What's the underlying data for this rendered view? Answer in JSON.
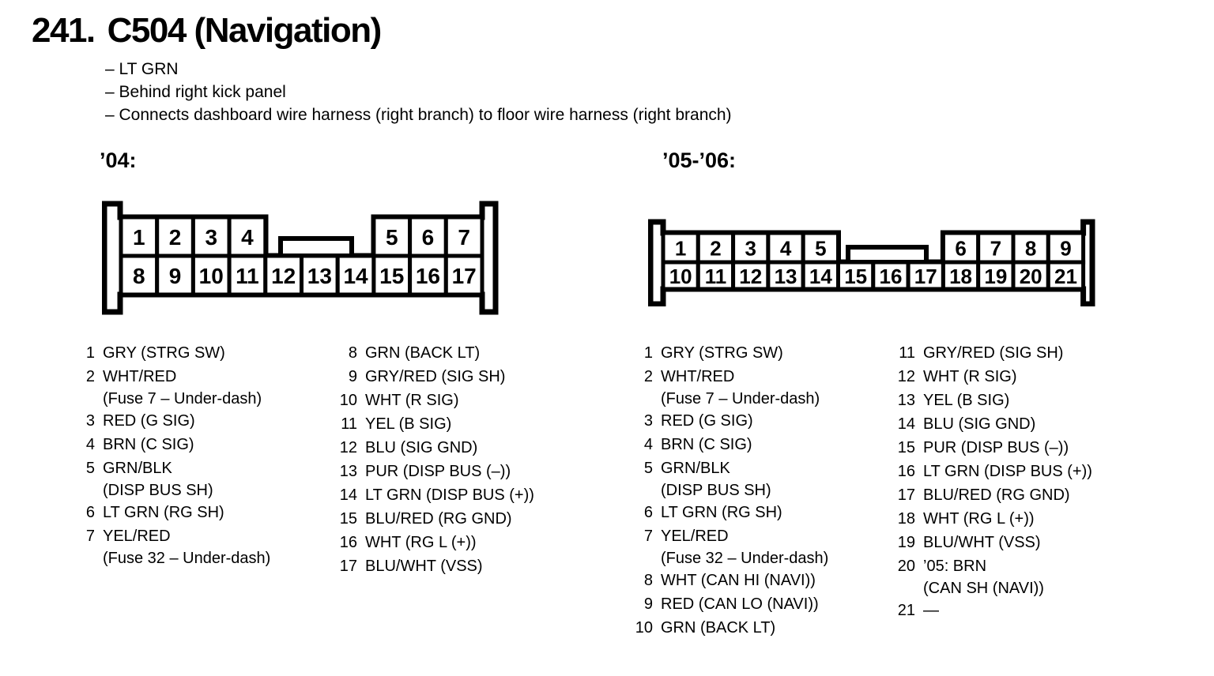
{
  "colors": {
    "ink": "#000000",
    "paper": "#ffffff"
  },
  "document": {
    "section_number": "241.",
    "section_title": "C504 (Navigation)",
    "notes": [
      "– LT GRN",
      "– Behind right kick panel",
      "– Connects dashboard wire harness (right branch) to floor wire harness (right branch)"
    ]
  },
  "connector_04": {
    "label": "’04:",
    "top_row": [
      {
        "n": "1",
        "col": 0
      },
      {
        "n": "2",
        "col": 1
      },
      {
        "n": "3",
        "col": 2
      },
      {
        "n": "4",
        "col": 3
      },
      {
        "n": "5",
        "col": 7
      },
      {
        "n": "6",
        "col": 8
      },
      {
        "n": "7",
        "col": 9
      }
    ],
    "bottom_row": [
      {
        "n": "8",
        "col": 0
      },
      {
        "n": "9",
        "col": 1
      },
      {
        "n": "10",
        "col": 2
      },
      {
        "n": "11",
        "col": 3
      },
      {
        "n": "12",
        "col": 4
      },
      {
        "n": "13",
        "col": 5
      },
      {
        "n": "14",
        "col": 6
      },
      {
        "n": "15",
        "col": 7
      },
      {
        "n": "16",
        "col": 8
      },
      {
        "n": "17",
        "col": 9
      }
    ],
    "pins_col1": [
      {
        "n": "1",
        "lines": [
          "GRY (STRG SW)"
        ]
      },
      {
        "n": "2",
        "lines": [
          "WHT/RED",
          "(Fuse 7 – Under-dash)"
        ]
      },
      {
        "n": "3",
        "lines": [
          "RED (G SIG)"
        ]
      },
      {
        "n": "4",
        "lines": [
          "BRN (C SIG)"
        ]
      },
      {
        "n": "5",
        "lines": [
          "GRN/BLK",
          "(DISP BUS SH)"
        ]
      },
      {
        "n": "6",
        "lines": [
          "LT GRN (RG SH)"
        ]
      },
      {
        "n": "7",
        "lines": [
          "YEL/RED",
          "(Fuse 32 – Under-dash)"
        ]
      }
    ],
    "pins_col2": [
      {
        "n": "8",
        "lines": [
          "GRN (BACK LT)"
        ]
      },
      {
        "n": "9",
        "lines": [
          "GRY/RED (SIG SH)"
        ]
      },
      {
        "n": "10",
        "lines": [
          "WHT (R SIG)"
        ]
      },
      {
        "n": "11",
        "lines": [
          "YEL (B SIG)"
        ]
      },
      {
        "n": "12",
        "lines": [
          "BLU (SIG GND)"
        ]
      },
      {
        "n": "13",
        "lines": [
          "PUR (DISP BUS (–))"
        ]
      },
      {
        "n": "14",
        "lines": [
          "LT GRN (DISP BUS (+))"
        ]
      },
      {
        "n": "15",
        "lines": [
          "BLU/RED (RG GND)"
        ]
      },
      {
        "n": "16",
        "lines": [
          "WHT (RG L (+))"
        ]
      },
      {
        "n": "17",
        "lines": [
          "BLU/WHT (VSS)"
        ]
      }
    ]
  },
  "connector_0506": {
    "label": "’05-’06:",
    "top_row": [
      {
        "n": "1",
        "col": 0
      },
      {
        "n": "2",
        "col": 1
      },
      {
        "n": "3",
        "col": 2
      },
      {
        "n": "4",
        "col": 3
      },
      {
        "n": "5",
        "col": 4
      },
      {
        "n": "6",
        "col": 8
      },
      {
        "n": "7",
        "col": 9
      },
      {
        "n": "8",
        "col": 10
      },
      {
        "n": "9",
        "col": 11
      }
    ],
    "bottom_row": [
      {
        "n": "10",
        "col": 0
      },
      {
        "n": "11",
        "col": 1
      },
      {
        "n": "12",
        "col": 2
      },
      {
        "n": "13",
        "col": 3
      },
      {
        "n": "14",
        "col": 4
      },
      {
        "n": "15",
        "col": 5
      },
      {
        "n": "16",
        "col": 6
      },
      {
        "n": "17",
        "col": 7
      },
      {
        "n": "18",
        "col": 8
      },
      {
        "n": "19",
        "col": 9
      },
      {
        "n": "20",
        "col": 10
      },
      {
        "n": "21",
        "col": 11
      }
    ],
    "pins_col1": [
      {
        "n": "1",
        "lines": [
          "GRY (STRG SW)"
        ]
      },
      {
        "n": "2",
        "lines": [
          "WHT/RED",
          "(Fuse 7 – Under-dash)"
        ]
      },
      {
        "n": "3",
        "lines": [
          "RED (G SIG)"
        ]
      },
      {
        "n": "4",
        "lines": [
          "BRN (C SIG)"
        ]
      },
      {
        "n": "5",
        "lines": [
          "GRN/BLK",
          "(DISP BUS SH)"
        ]
      },
      {
        "n": "6",
        "lines": [
          "LT GRN (RG SH)"
        ]
      },
      {
        "n": "7",
        "lines": [
          "YEL/RED",
          "(Fuse 32 – Under-dash)"
        ]
      },
      {
        "n": "8",
        "lines": [
          "WHT (CAN HI (NAVI))"
        ]
      },
      {
        "n": "9",
        "lines": [
          "RED (CAN LO (NAVI))"
        ]
      },
      {
        "n": "10",
        "lines": [
          "GRN (BACK LT)"
        ]
      }
    ],
    "pins_col2": [
      {
        "n": "11",
        "lines": [
          "GRY/RED (SIG SH)"
        ]
      },
      {
        "n": "12",
        "lines": [
          "WHT (R SIG)"
        ]
      },
      {
        "n": "13",
        "lines": [
          "YEL (B SIG)"
        ]
      },
      {
        "n": "14",
        "lines": [
          "BLU (SIG GND)"
        ]
      },
      {
        "n": "15",
        "lines": [
          "PUR (DISP BUS (–))"
        ]
      },
      {
        "n": "16",
        "lines": [
          "LT GRN (DISP BUS (+))"
        ]
      },
      {
        "n": "17",
        "lines": [
          "BLU/RED (RG GND)"
        ]
      },
      {
        "n": "18",
        "lines": [
          "WHT (RG L (+))"
        ]
      },
      {
        "n": "19",
        "lines": [
          "BLU/WHT (VSS)"
        ]
      },
      {
        "n": "20",
        "lines": [
          "’05: BRN",
          "(CAN SH (NAVI))"
        ]
      },
      {
        "n": "21",
        "lines": [
          "—"
        ]
      }
    ]
  }
}
